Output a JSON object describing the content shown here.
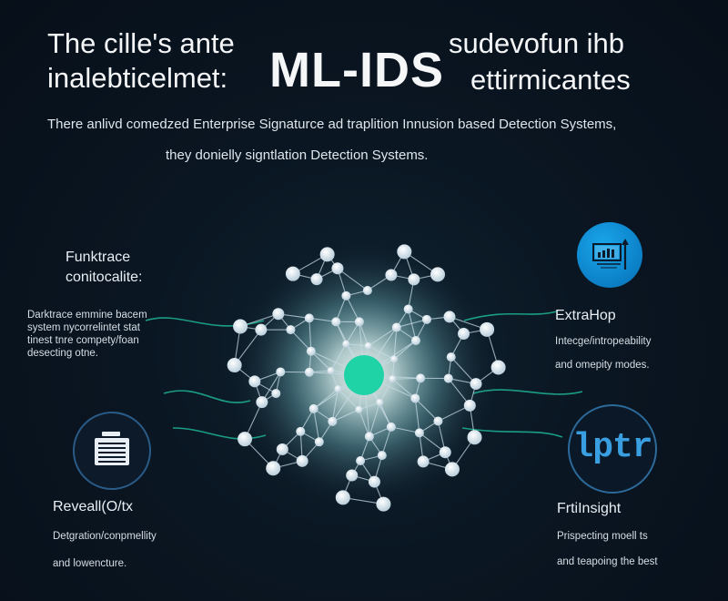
{
  "title": {
    "left_line1": "The  cille's ante",
    "left_line2": "inalebticelmet:",
    "big": "ML-IDS",
    "right_line1": "sudevofun ihb",
    "right_line2": "ettirmicantes"
  },
  "subtitle": {
    "line1": "There anlivd comedzed Enterprise Signaturce ad traplition Innusion based Detection Systems,",
    "line2": "they donielly signtlation Detection Systems."
  },
  "blocks": {
    "top_left": {
      "heading_line1": "Funktrace",
      "heading_line2": "conitocalite:",
      "desc": [
        "Darktrace emmine bacem",
        "system nycorrelintet stat",
        "tinest tnre compety/foan",
        "desecting otne."
      ]
    },
    "top_right": {
      "heading": "ExtraHop",
      "desc": [
        "Intecge/intropeability",
        "and omepity modes."
      ]
    },
    "bottom_left": {
      "heading": "Reveall(O/tx",
      "desc": [
        "Detgration/conpmellity",
        "and lowencture."
      ]
    },
    "bottom_right": {
      "heading": "FrtiInsight",
      "desc": [
        "Prispecting moell ts",
        "and teapoing the best"
      ]
    }
  },
  "icons": {
    "top_right": "bar-chart-icon",
    "bottom_left": "document-stack-icon",
    "bottom_right": "brand-logo-icon",
    "logo_text": "lptr"
  },
  "colors": {
    "background": "#0a1622",
    "node": "#d6e4ee",
    "core": "#1fd3a6",
    "accent_teal": "#1fb596",
    "accent_blue": "#1aa6ea"
  }
}
